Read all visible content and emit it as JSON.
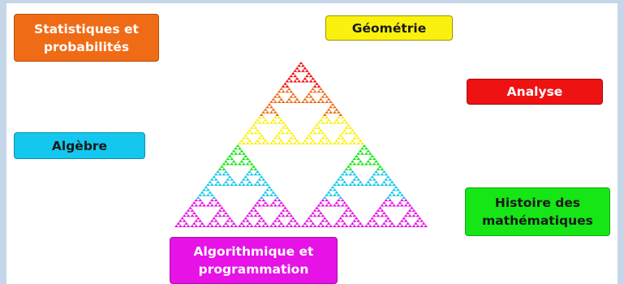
{
  "topics": [
    {
      "id": "stats",
      "label": "Statistiques et\nprobabilités",
      "bg": "#f06b16",
      "border": "#b84f0e",
      "text": "#ffffff"
    },
    {
      "id": "geo",
      "label": "Géométrie",
      "bg": "#fbf10f",
      "border": "#9a9400",
      "text": "#1a1a1a"
    },
    {
      "id": "analyse",
      "label": "Analyse",
      "bg": "#ef1212",
      "border": "#a80b0b",
      "text": "#ffffff"
    },
    {
      "id": "algebre",
      "label": "Algèbre",
      "bg": "#14c7ee",
      "border": "#0b8fb0",
      "text": "#1a1a1a"
    },
    {
      "id": "histoire",
      "label": "Histoire des\nmathématiques",
      "bg": "#16e616",
      "border": "#0da80d",
      "text": "#1a1a1a"
    },
    {
      "id": "algo",
      "label": "Algorithmique et\nprogrammation",
      "bg": "#e612e6",
      "border": "#a80ca8",
      "text": "#ffffff"
    }
  ],
  "fractal_colors": [
    "#ef1212",
    "#f06b16",
    "#fbf10f",
    "#16e616",
    "#14c7ee",
    "#e612e6"
  ]
}
